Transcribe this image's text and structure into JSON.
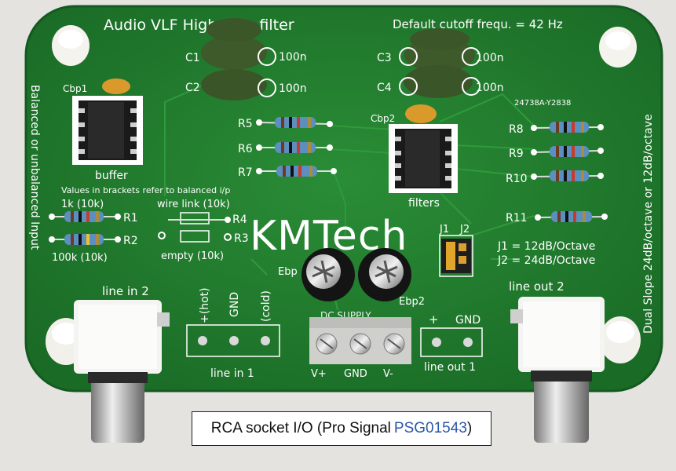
{
  "board": {
    "title": "Audio VLF High Pass filter",
    "cutoff": "Default cutoff frequ. = 42 Hz",
    "brand": "KMTech",
    "code": "24738A-Y2838",
    "left_side_text": "Balanced or unbalanced Input",
    "right_side_text": "Dual Slope  24dB/octave or 12dB/octave",
    "note": "Values in brackets refer to balanced i/p",
    "labels": {
      "c1": "C1",
      "c2": "C2",
      "c3": "C3",
      "c4": "C4",
      "c1_val": "100n",
      "c2_val": "100n",
      "c3_val": "100n",
      "c4_val": "100n",
      "cbp1": "Cbp1",
      "cbp2": "Cbp2",
      "ebp1": "Ebp",
      "ebp2": "Ebp2",
      "r1": "R1",
      "r2": "R2",
      "r3": "R3",
      "r4": "R4",
      "r5": "R5",
      "r6": "R6",
      "r7": "R7",
      "r8": "R8",
      "r9": "R9",
      "r10": "R10",
      "r11": "R11",
      "r1_val": "1k (10k)",
      "r2_val": "100k (10k)",
      "r4_val": "wire link (10k)",
      "r3_val": "empty (10k)",
      "buffer": "buffer",
      "filters": "filters",
      "j1": "J1",
      "j2": "J2",
      "j1_desc": "J1 = 12dB/Octave",
      "j2_desc": "J2 = 24dB/Octave",
      "line_in_2": "line in 2",
      "line_out_2": "line out 2",
      "line_in_1": "line in 1",
      "line_out_1": "line out 1",
      "hot": "+(hot)",
      "gnd": "GND",
      "cold": "(cold)",
      "dc_supply": "DC SUPPLY",
      "vplus": "V+",
      "vgnd": "GND",
      "vminus": "V-",
      "out_plus": "+",
      "out_gnd": "GND"
    }
  },
  "caption": {
    "text": "RCA socket I/O (Pro Signal",
    "part": "PSG01543",
    "close": ")"
  },
  "colors": {
    "pcb": "#1f7f2e",
    "pcb_dark": "#156222",
    "capacitor": "#3f5a2c",
    "resistor": "#5b8fbf"
  }
}
